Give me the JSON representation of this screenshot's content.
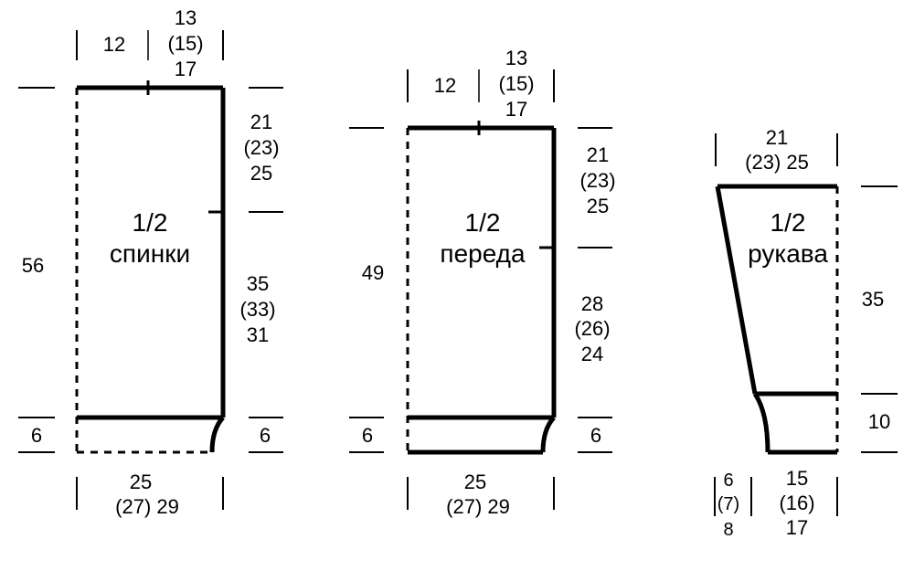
{
  "colors": {
    "ink": "#000000",
    "background": "#ffffff"
  },
  "back": {
    "title": "1/2",
    "name": "спинки",
    "shoulder_width": "12",
    "neck_width": {
      "a": "13",
      "b": "(15)",
      "c": "17"
    },
    "armhole_height": {
      "a": "21",
      "b": "(23)",
      "c": "25"
    },
    "side_height": {
      "a": "35",
      "b": "(33)",
      "c": "31"
    },
    "total_height": "56",
    "rib_height_left": "6",
    "rib_height_right": "6",
    "bottom_width": {
      "a": "25",
      "b": "(27) 29"
    }
  },
  "front": {
    "title": "1/2",
    "name": "переда",
    "shoulder_width": "12",
    "neck_width": {
      "a": "13",
      "b": "(15)",
      "c": "17"
    },
    "armhole_height": {
      "a": "21",
      "b": "(23)",
      "c": "25"
    },
    "side_height": {
      "a": "28",
      "b": "(26)",
      "c": "24"
    },
    "total_height": "49",
    "rib_height_left": "6",
    "rib_height_right": "6",
    "bottom_width": {
      "a": "25",
      "b": "(27) 29"
    }
  },
  "sleeve": {
    "title": "1/2",
    "name": "рукава",
    "top_width": {
      "a": "21",
      "b": "(23) 25"
    },
    "length": "35",
    "cuff_height": "10",
    "cuff_offset": {
      "a": "6",
      "b": "(7)",
      "c": "8"
    },
    "cuff_width": {
      "a": "15",
      "b": "(16)",
      "c": "17"
    }
  }
}
